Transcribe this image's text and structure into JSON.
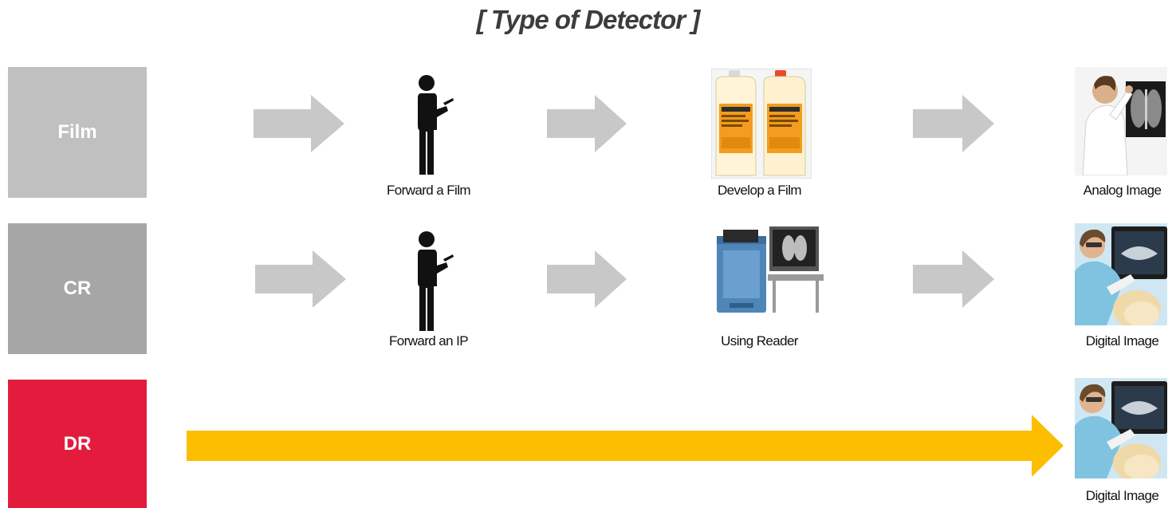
{
  "title": "[ Type of Detector ]",
  "colors": {
    "film_box": "#c0c0c0",
    "cr_box": "#a6a6a6",
    "dr_box": "#e31c3d",
    "step_arrow": "#c8c8c8",
    "dr_arrow": "#fdbd00"
  },
  "rows": [
    {
      "type": "Film",
      "step1": "Forward a Film",
      "step2": "Develop a Film",
      "result": "Analog Image"
    },
    {
      "type": "CR",
      "step1": "Forward an IP",
      "step2": "Using Reader",
      "result": "Digital Image"
    },
    {
      "type": "DR",
      "result": "Digital Image"
    }
  ],
  "icons": {
    "person": "person-with-tablet-icon",
    "chemicals": "developer-chemical-jugs-image",
    "reader": "cr-reader-machine-image",
    "doctor": "doctor-viewing-xray-image",
    "dental": "dental-digital-xray-image"
  }
}
